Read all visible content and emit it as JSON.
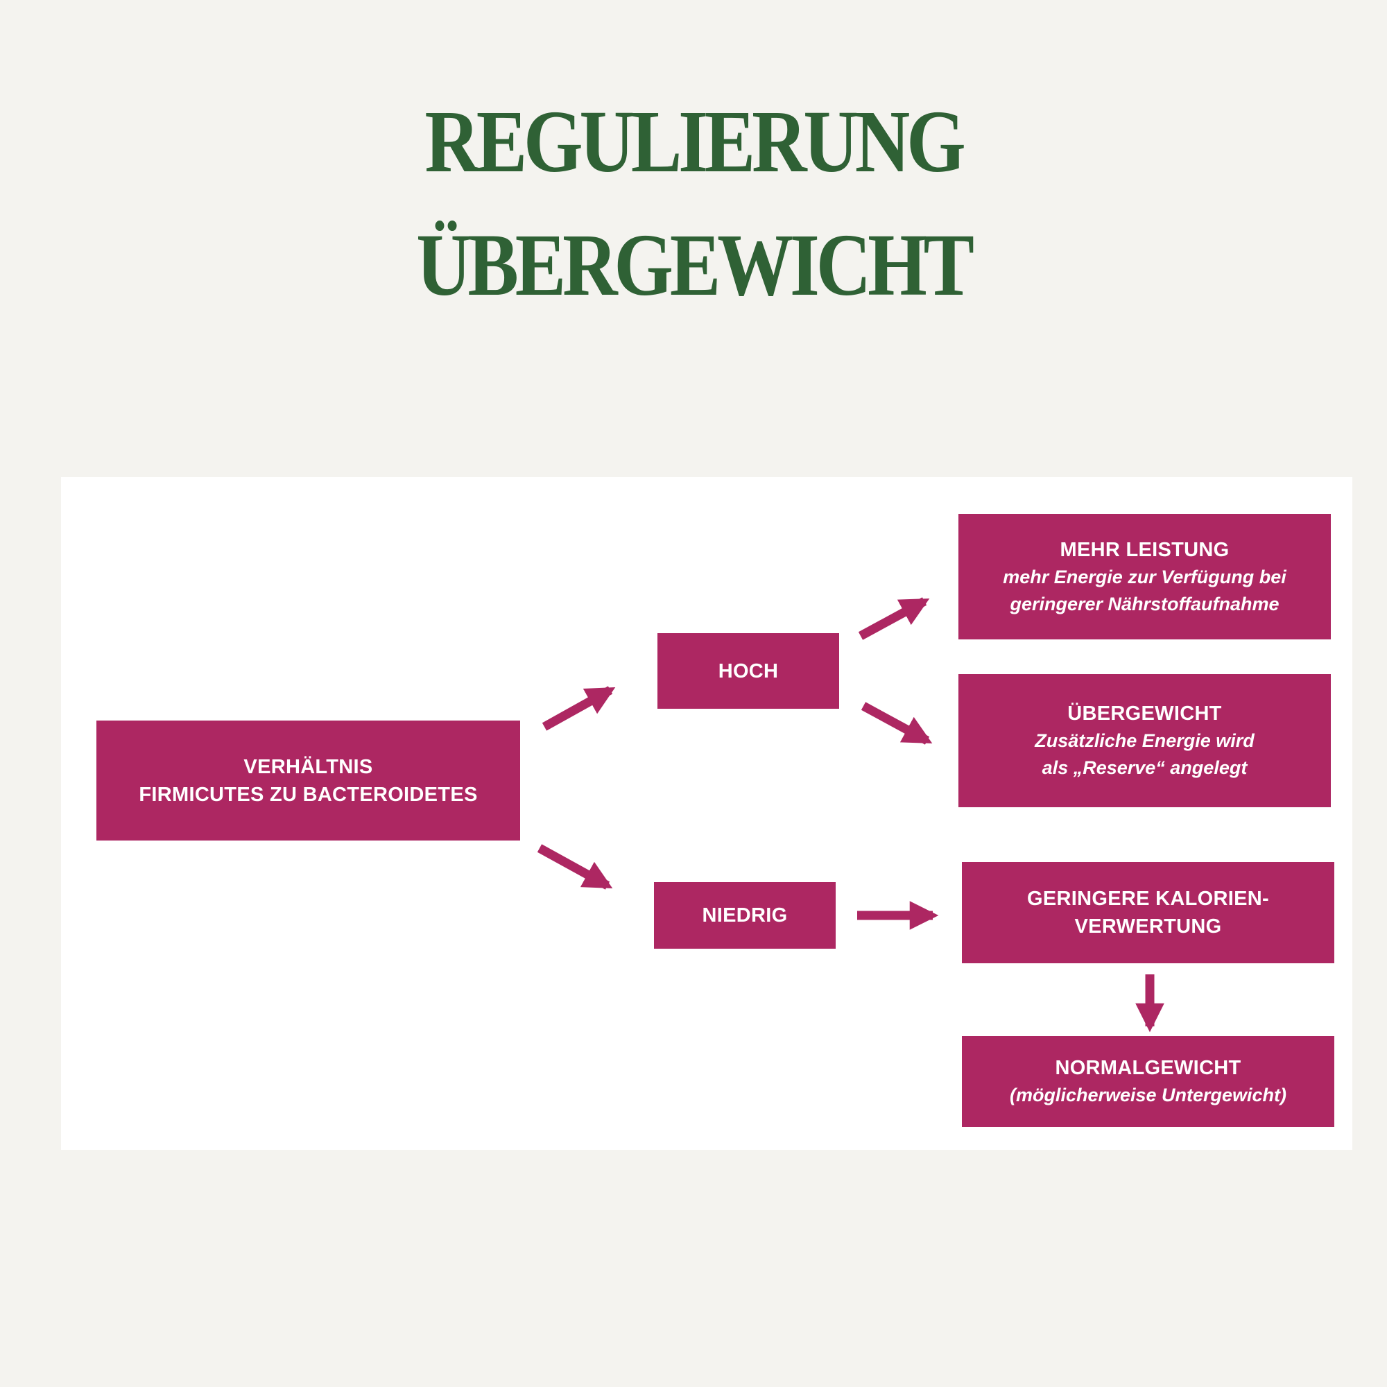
{
  "title": {
    "line1": "REGULIERUNG",
    "line2": "ÜBERGEWICHT"
  },
  "colors": {
    "background": "#f4f3ef",
    "title": "#2f6135",
    "box": "#ad2762",
    "box_text": "#ffffff",
    "panel": "#ffffff"
  },
  "diagram": {
    "root": {
      "line1": "VERHÄLTNIS",
      "line2": "FIRMICUTES ZU BACTEROIDETES"
    },
    "high": {
      "label": "HOCH"
    },
    "low": {
      "label": "NIEDRIG"
    },
    "performance": {
      "title": "MEHR LEISTUNG",
      "line1": "mehr Energie zur Verfügung bei",
      "line2": "geringerer Nährstoffaufnahme"
    },
    "overweight": {
      "title": "ÜBERGEWICHT",
      "line1": "Zusätzliche Energie wird",
      "line2": "als „Reserve“ angelegt"
    },
    "calories": {
      "line1": "GERINGERE KALORIEN-",
      "line2": "VERWERTUNG"
    },
    "normal": {
      "title": "NORMALGEWICHT",
      "line1": "(möglicherweise Untergewicht)"
    }
  }
}
